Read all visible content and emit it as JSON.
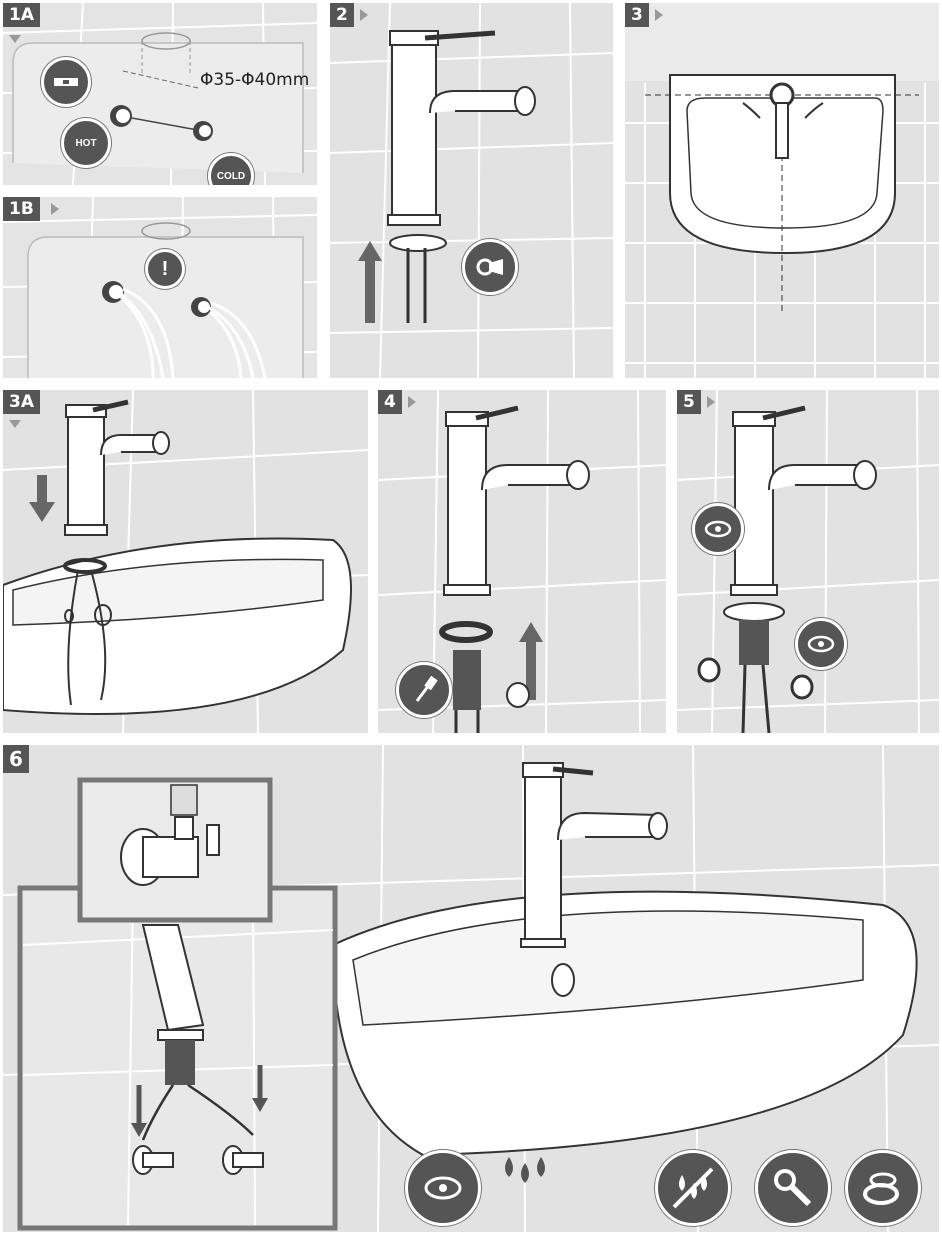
{
  "steps": {
    "s1a": "1A",
    "s1b": "1B",
    "s2": "2",
    "s3": "3",
    "s3a": "3A",
    "s4": "4",
    "s5": "5",
    "s6": "6"
  },
  "labels": {
    "dimension": "Φ35-Φ40mm",
    "hot": "HOT",
    "cold": "COLD",
    "warning": "!"
  },
  "icons": [
    "level-icon",
    "hand-tighten-icon",
    "eye-icon",
    "water-drops-icon",
    "no-leak-icon",
    "wrench-icon",
    "seal-rings-icon",
    "screwdriver-icon"
  ],
  "colors": {
    "tag_bg": "#555555",
    "panel_bg": "#e6e6e6",
    "tile_line": "#ffffff",
    "badge_bg": "#555555"
  }
}
